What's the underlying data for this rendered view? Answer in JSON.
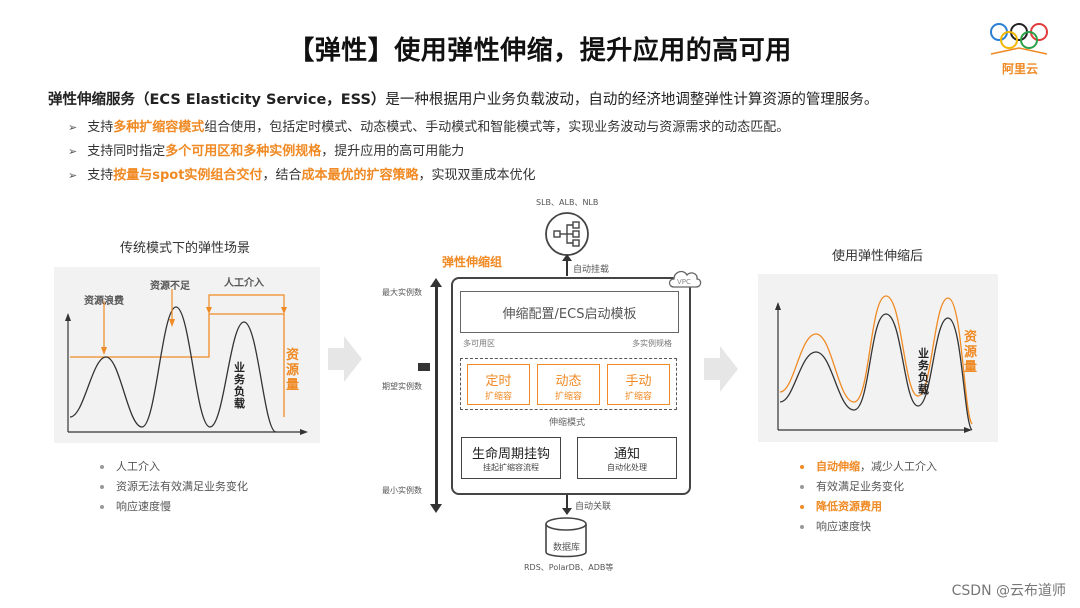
{
  "title": "【弹性】使用弹性伸缩，提升应用的高可用",
  "logo": {
    "text": "阿里云"
  },
  "intro": {
    "bold": "弹性伸缩服务（ECS Elasticity Service，ESS）",
    "rest": "是一种根据用户业务负载波动，自动的经济地调整弹性计算资源的管理服务。"
  },
  "bullets": [
    {
      "pre": "支持",
      "hl": "多种扩缩容模式",
      "post": "组合使用，包括定时模式、动态模式、手动模式和智能模式等，实现业务波动与资源需求的动态匹配。"
    },
    {
      "pre": "支持同时指定",
      "hl": "多个可用区和多种实例规格",
      "post": "，提升应用的高可用能力"
    },
    {
      "pre": "支持",
      "hl": "按量与spot实例组合交付",
      "mid": "，结合",
      "hl2": "成本最优的扩容策略",
      "post": "，实现双重成本优化"
    }
  ],
  "left_panel": {
    "title": "传统模式下的弹性场景",
    "labels": {
      "waste": "资源浪费",
      "short": "资源不足",
      "manual": "人工介入",
      "load": "业务负载",
      "resource": "资源量"
    },
    "list": [
      "人工介入",
      "资源无法有效满足业务变化",
      "响应速度慢"
    ]
  },
  "right_panel": {
    "title": "使用弹性伸缩后",
    "labels": {
      "load": "业务负载",
      "resource": "资源量"
    },
    "list": [
      {
        "text": "自动伸缩",
        "suffix": "，减少人工介入",
        "highlight": true
      },
      {
        "text": "有效满足业务变化",
        "suffix": "",
        "highlight": false
      },
      {
        "text": "降低资源费用",
        "suffix": "",
        "highlight": true
      },
      {
        "text": "响应速度快",
        "suffix": "",
        "highlight": false
      }
    ]
  },
  "center": {
    "slb": "SLB、ALB、NLB",
    "auto_mount": "自动挂载",
    "group_title": "弹性伸缩组",
    "vpc": "VPC",
    "axis": {
      "max": "最大实例数",
      "expected": "期望实例数",
      "min": "最小实例数"
    },
    "config": "伸缩配置/ECS启动模板",
    "multi_zone": "多可用区",
    "multi_spec": "多实例规格",
    "modes": [
      {
        "name": "定时",
        "sub": "扩缩容"
      },
      {
        "name": "动态",
        "sub": "扩缩容"
      },
      {
        "name": "手动",
        "sub": "扩缩容"
      }
    ],
    "mode_label": "伸缩模式",
    "lifecycle": {
      "name": "生命周期挂钩",
      "sub": "挂起扩缩容流程"
    },
    "notify": {
      "name": "通知",
      "sub": "自动化处理"
    },
    "auto_link": "自动关联",
    "db": "数据库",
    "db_types": "RDS、PolarDB、ADB等"
  },
  "watermark": "CSDN @云布道师"
}
